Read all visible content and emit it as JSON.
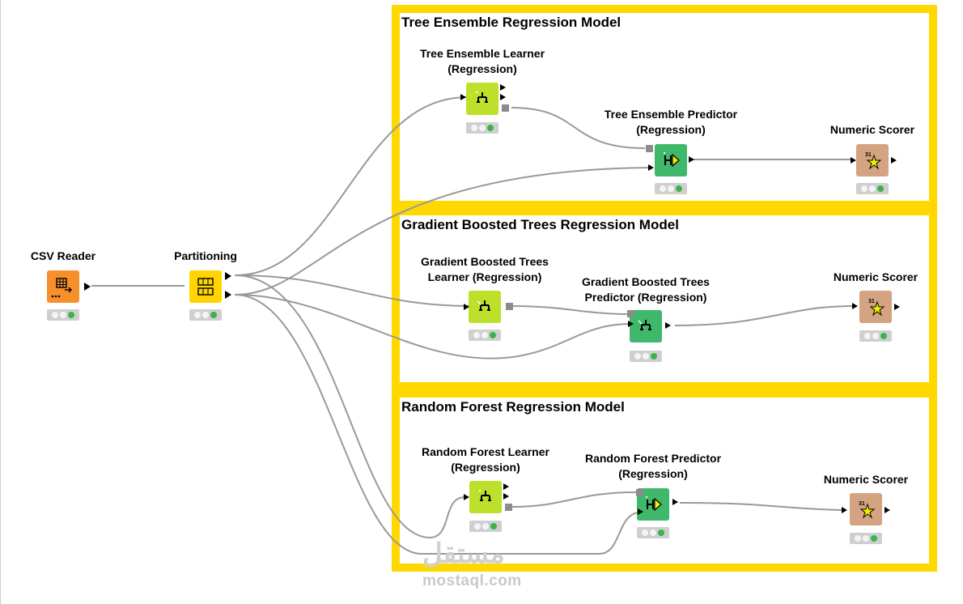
{
  "annotations": [
    {
      "id": "tree",
      "title": "Tree Ensemble Regression Model"
    },
    {
      "id": "gbt",
      "title": "Gradient Boosted Trees Regression Model"
    },
    {
      "id": "rf",
      "title": "Random Forest Regression Model"
    }
  ],
  "nodes": {
    "csv_reader": {
      "label1": "CSV Reader",
      "label2": "",
      "color": "#f7902c",
      "icon": "table-reader-icon"
    },
    "partitioning": {
      "label1": "Partitioning",
      "label2": "",
      "color": "#ffd400",
      "icon": "partition-grid-icon"
    },
    "te_learner": {
      "label1": "Tree Ensemble Learner",
      "label2": "(Regression)",
      "color": "#bde02a",
      "icon": "tree-learner-icon"
    },
    "te_predictor": {
      "label1": "Tree Ensemble Predictor",
      "label2": "(Regression)",
      "color": "#40b86b",
      "icon": "tree-predictor-icon"
    },
    "te_scorer": {
      "label1": "Numeric Scorer",
      "label2": "",
      "color": "#d3a382",
      "icon": "scorer-star-icon"
    },
    "gbt_learner": {
      "label1": "Gradient Boosted Trees",
      "label2": "Learner (Regression)",
      "color": "#bde02a",
      "icon": "gbt-learner-icon"
    },
    "gbt_predictor": {
      "label1": "Gradient Boosted Trees",
      "label2": "Predictor (Regression)",
      "color": "#40b86b",
      "icon": "gbt-predictor-icon"
    },
    "gbt_scorer": {
      "label1": "Numeric Scorer",
      "label2": "",
      "color": "#d3a382",
      "icon": "scorer-star-icon"
    },
    "rf_learner": {
      "label1": "Random Forest Learner",
      "label2": "(Regression)",
      "color": "#bde02a",
      "icon": "tree-learner-icon"
    },
    "rf_predictor": {
      "label1": "Random Forest Predictor",
      "label2": "(Regression)",
      "color": "#40b86b",
      "icon": "tree-predictor-icon"
    },
    "rf_scorer": {
      "label1": "Numeric Scorer",
      "label2": "",
      "color": "#d3a382",
      "icon": "scorer-star-icon"
    }
  },
  "scorer_badge": "31",
  "watermark": {
    "arabic": "مستقل",
    "domain": "mostaql.com"
  },
  "colors": {
    "annotation_border": "#ffd800",
    "connection": "#999999",
    "status_green": "#3bb34a"
  }
}
